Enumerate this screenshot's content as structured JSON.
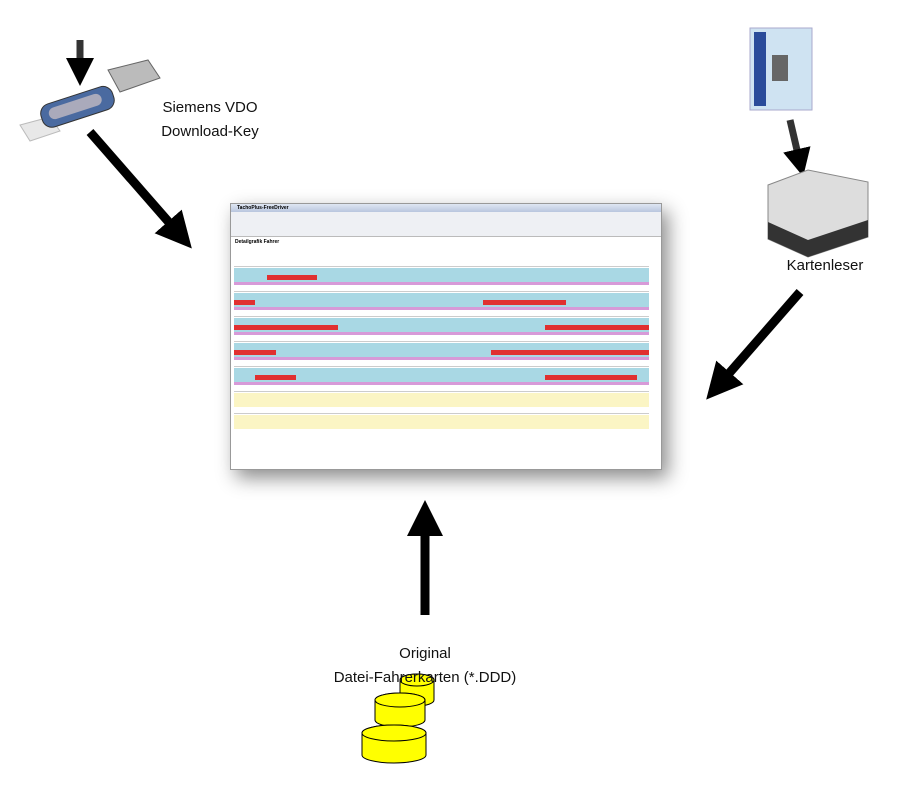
{
  "labels": {
    "download_key": [
      "Siemens VDO",
      "Download-Key"
    ],
    "card_reader": "Kartenleser",
    "files": [
      "Original",
      "Datei-Fahrerkarten (*.DDD)"
    ]
  },
  "screenshot": {
    "window_title": "TachoPlus-FreeDriver",
    "heading": "Detailgrafik Fahrer"
  },
  "colors": {
    "arrow": "#000000",
    "cylinder": "#ffff00",
    "activity_bg": "#a9d8e4",
    "driving": "#e03030"
  }
}
